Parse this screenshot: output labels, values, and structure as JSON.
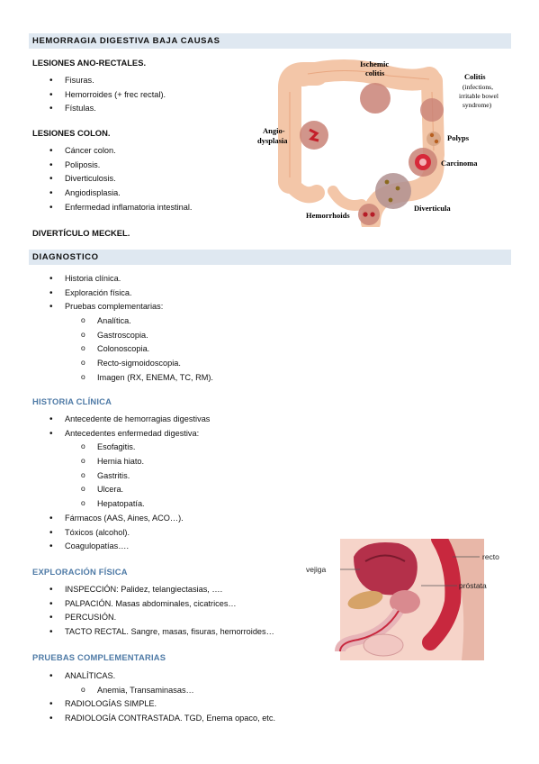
{
  "section1": {
    "title": "HEMORRAGIA DIGESTIVA BAJA CAUSAS",
    "group1": {
      "title": "LESIONES ANO-RECTALES.",
      "items": [
        "Fisuras.",
        "Hemorroides (+ frec rectal).",
        "Fístulas."
      ]
    },
    "group2": {
      "title": "LESIONES COLON.",
      "items": [
        "Cáncer colon.",
        "Poliposis.",
        "Diverticulosis.",
        "Angiodisplasia.",
        "Enfermedad inflamatoria intestinal."
      ]
    },
    "group3": {
      "title": "DIVERTÍCULO MECKEL."
    }
  },
  "colon_figure": {
    "labels": {
      "ischemic1": "Ischemic",
      "ischemic2": "colitis",
      "colitis": "Colitis",
      "colitis_sub1": "(infections,",
      "colitis_sub2": "irritable bowel",
      "colitis_sub3": "syndrome)",
      "polyps": "Polyps",
      "carcinoma": "Carcinoma",
      "angio1": "Angio-",
      "angio2": "dysplasia",
      "diverticula": "Diverticula",
      "hemorrhoids": "Hemorrhoids"
    }
  },
  "section2": {
    "title": "DIAGNOSTICO",
    "items": [
      "Historia clínica.",
      "Exploración física.",
      "Pruebas complementarias:"
    ],
    "subitems": [
      "Analítica.",
      "Gastroscopia.",
      "Colonoscopia.",
      "Recto-sigmoidoscopia.",
      "Imagen (RX, ENEMA, TC, RM)."
    ]
  },
  "historia": {
    "title": "HISTORIA CLÍNICA",
    "items_a": [
      "Antecedente de hemorragias digestivas",
      "Antecedentes enfermedad digestiva:"
    ],
    "subitems": [
      "Esofagitis.",
      "Hernia hiato.",
      "Gastritis.",
      "Ulcera.",
      "Hepatopatía."
    ],
    "items_b": [
      "Fármacos (AAS, Aines, ACO…).",
      "Tóxicos (alcohol).",
      "Coagulopatías…."
    ]
  },
  "exploracion": {
    "title": "EXPLORACIÓN FÍSICA",
    "items": [
      "INSPECCIÓN: Palidez, telangiectasias, ….",
      "PALPACIÓN. Masas abdominales, cicatrices…",
      "PERCUSIÓN.",
      "TACTO RECTAL. Sangre, masas, fisuras, hemorroides…"
    ]
  },
  "anatomy_figure": {
    "labels": {
      "recto": "recto",
      "vejiga": "vejiga",
      "prostata": "próstata"
    }
  },
  "pruebas": {
    "title": "PRUEBAS COMPLEMENTARIAS",
    "item1": "ANALÍTICAS.",
    "subitem1": "Anemia, Transaminasas…",
    "items_b": [
      "RADIOLOGÍAS SIMPLE.",
      "RADIOLOGÍA CONTRASTADA. TGD, Enema opaco, etc."
    ]
  }
}
